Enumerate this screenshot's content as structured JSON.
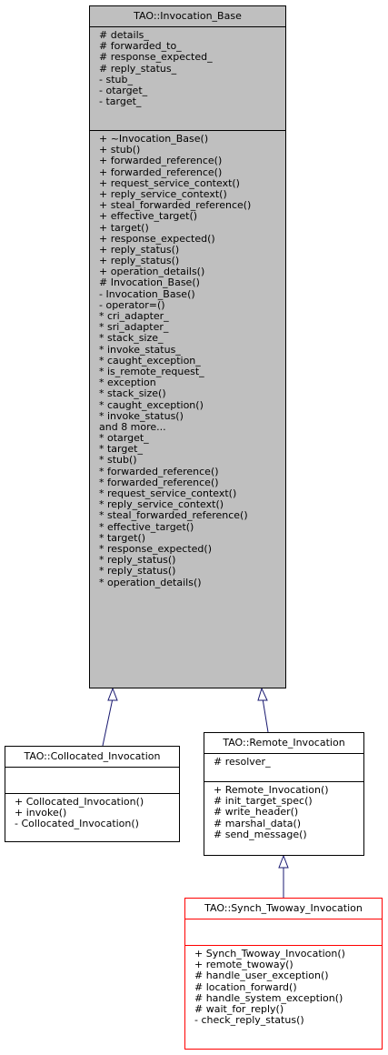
{
  "classes": {
    "invocation_base": {
      "name": "TAO::Invocation_Base",
      "attributes": [
        "# details_",
        "# forwarded_to_",
        "# response_expected_",
        "# reply_status_",
        "- stub_",
        "- otarget_",
        "- target_"
      ],
      "operations": [
        "+ ~Invocation_Base()",
        "+ stub()",
        "+ forwarded_reference()",
        "+ forwarded_reference()",
        "+ request_service_context()",
        "+ reply_service_context()",
        "+ steal_forwarded_reference()",
        "+ effective_target()",
        "+ target()",
        "+ response_expected()",
        "+ reply_status()",
        "+ reply_status()",
        "+ operation_details()",
        "# Invocation_Base()",
        "- Invocation_Base()",
        "- operator=()",
        "* cri_adapter_",
        "* sri_adapter_",
        "* stack_size_",
        "* invoke_status_",
        "* caught_exception_",
        "* is_remote_request_",
        "* exception",
        "* stack_size()",
        "* caught_exception()",
        "* invoke_status()",
        "and 8 more...",
        "* otarget_",
        "* target_",
        "* stub()",
        "* forwarded_reference()",
        "* forwarded_reference()",
        "* request_service_context()",
        "* reply_service_context()",
        "* steal_forwarded_reference()",
        "* effective_target()",
        "* target()",
        "* response_expected()",
        "* reply_status()",
        "* reply_status()",
        "* operation_details()"
      ]
    },
    "collocated_invocation": {
      "name": "TAO::Collocated_Invocation",
      "attributes": [],
      "operations": [
        "+ Collocated_Invocation()",
        "+ invoke()",
        "- Collocated_Invocation()"
      ]
    },
    "remote_invocation": {
      "name": "TAO::Remote_Invocation",
      "attributes": [
        "# resolver_"
      ],
      "operations": [
        "+ Remote_Invocation()",
        "# init_target_spec()",
        "# write_header()",
        "# marshal_data()",
        "# send_message()"
      ]
    },
    "synch_twoway_invocation": {
      "name": "TAO::Synch_Twoway_Invocation",
      "attributes": [],
      "operations": [
        "+ Synch_Twoway_Invocation()",
        "+ remote_twoway()",
        "# handle_user_exception()",
        "# location_forward()",
        "# handle_system_exception()",
        "# wait_for_reply()",
        "- check_reply_status()"
      ]
    }
  },
  "colors": {
    "base_fill": "#bfbfbf",
    "edge": "#191970",
    "highlight_border": "#ff0000"
  }
}
